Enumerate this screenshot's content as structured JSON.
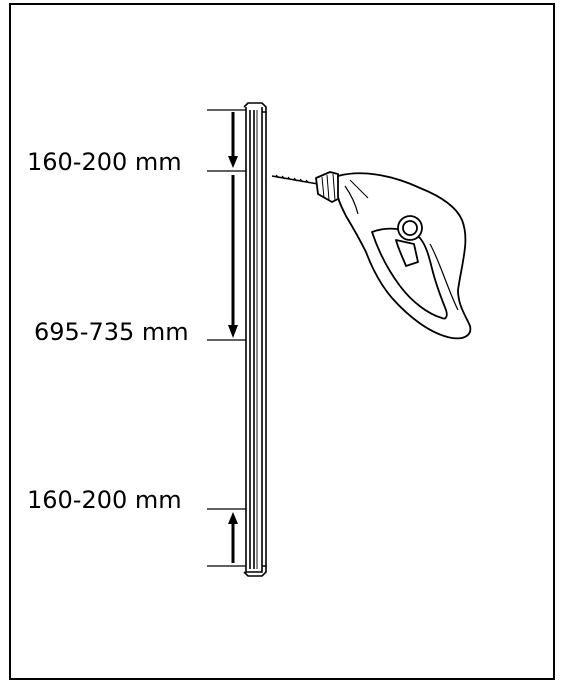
{
  "dimensions": {
    "top_offset": "160-200 mm",
    "hole_spacing": "695-735 mm",
    "bottom_offset": "160-200 mm"
  },
  "icons": {
    "tool": "drill-icon",
    "part": "rail-profile-icon"
  },
  "colors": {
    "line": "#000000",
    "background": "#ffffff"
  }
}
